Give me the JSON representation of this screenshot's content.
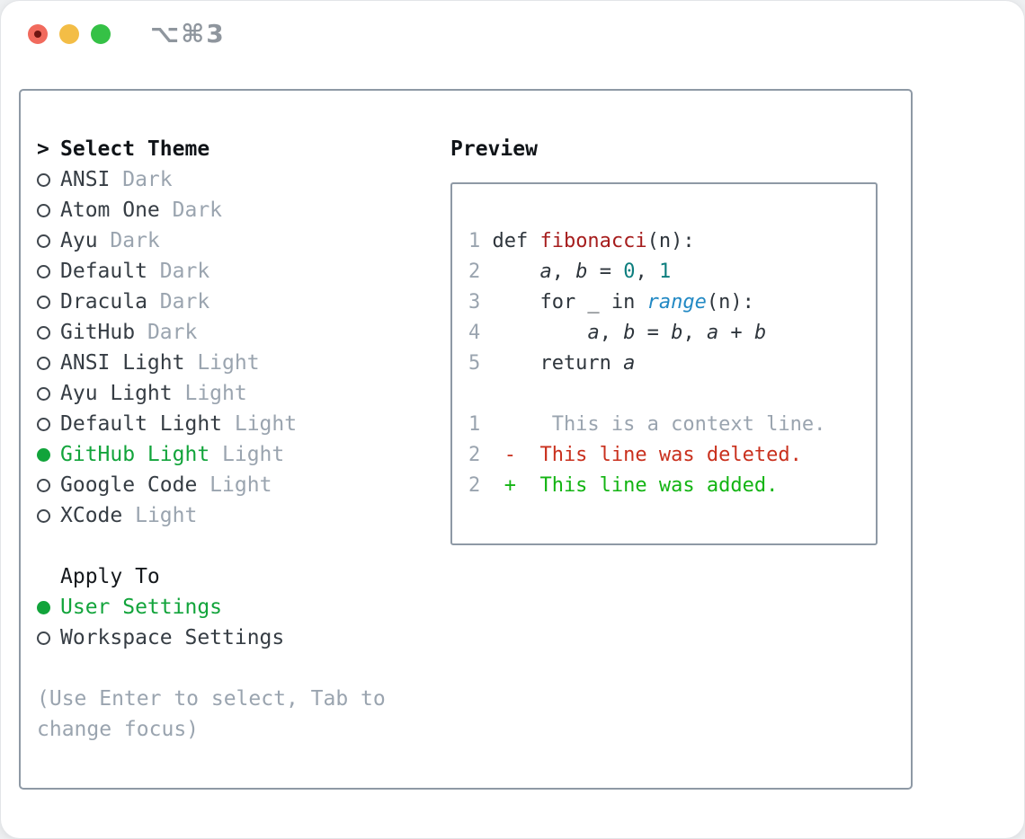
{
  "window": {
    "title_shortcut": "⌥⌘3"
  },
  "colors": {
    "header_text": "#101418",
    "item_text": "#363d44",
    "code_text": "#2e353c",
    "muted": "#9aa4af",
    "selected_green": "#12a43b",
    "added_green": "#13b413",
    "deleted_red": "#c9301d",
    "function_red": "#a61d1d",
    "literal_teal": "#0d7e7e",
    "builtin_blue": "#2289c4",
    "border": "#8e99a5",
    "traffic_red": "#f16a5d",
    "traffic_red_dot": "#6e1511",
    "traffic_yellow": "#f3bd46",
    "traffic_green": "#35c146",
    "title_gray": "#8f969e"
  },
  "theme_menu": {
    "header_prefix": ">",
    "header": "Select Theme",
    "items": [
      {
        "name": "ANSI",
        "variant": "Dark",
        "selected": false
      },
      {
        "name": "Atom One",
        "variant": "Dark",
        "selected": false
      },
      {
        "name": "Ayu",
        "variant": "Dark",
        "selected": false
      },
      {
        "name": "Default",
        "variant": "Dark",
        "selected": false
      },
      {
        "name": "Dracula",
        "variant": "Dark",
        "selected": false
      },
      {
        "name": "GitHub",
        "variant": "Dark",
        "selected": false
      },
      {
        "name": "ANSI Light",
        "variant": "Light",
        "selected": false
      },
      {
        "name": "Ayu Light",
        "variant": "Light",
        "selected": false
      },
      {
        "name": "Default Light",
        "variant": "Light",
        "selected": false
      },
      {
        "name": "GitHub Light",
        "variant": "Light",
        "selected": true
      },
      {
        "name": "Google Code",
        "variant": "Light",
        "selected": false
      },
      {
        "name": "XCode",
        "variant": "Light",
        "selected": false
      }
    ]
  },
  "apply_to": {
    "header": "Apply To",
    "options": [
      {
        "label": "User Settings",
        "selected": true
      },
      {
        "label": "Workspace Settings",
        "selected": false
      }
    ]
  },
  "hint_lines": [
    "(Use Enter to select, Tab to",
    "change focus)"
  ],
  "preview": {
    "header": "Preview",
    "lines": [
      {
        "num": "1",
        "tokens": [
          [
            "plain",
            "def "
          ],
          [
            "func",
            "fibonacci"
          ],
          [
            "plain",
            "(n):"
          ]
        ]
      },
      {
        "num": "2",
        "tokens": [
          [
            "plain",
            "    "
          ],
          [
            "var",
            "a"
          ],
          [
            "plain",
            ", "
          ],
          [
            "var",
            "b"
          ],
          [
            "plain",
            " = "
          ],
          [
            "lit",
            "0"
          ],
          [
            "plain",
            ", "
          ],
          [
            "lit",
            "1"
          ]
        ]
      },
      {
        "num": "3",
        "tokens": [
          [
            "plain",
            "    for _ in "
          ],
          [
            "builtin",
            "range"
          ],
          [
            "plain",
            "(n):"
          ]
        ]
      },
      {
        "num": "4",
        "tokens": [
          [
            "plain",
            "        "
          ],
          [
            "var",
            "a"
          ],
          [
            "plain",
            ", "
          ],
          [
            "var",
            "b"
          ],
          [
            "plain",
            " = "
          ],
          [
            "var",
            "b"
          ],
          [
            "plain",
            ", "
          ],
          [
            "var",
            "a"
          ],
          [
            "plain",
            " + "
          ],
          [
            "var",
            "b"
          ]
        ]
      },
      {
        "num": "5",
        "tokens": [
          [
            "plain",
            "    return "
          ],
          [
            "var",
            "a"
          ]
        ]
      },
      {
        "num": "",
        "tokens": []
      },
      {
        "num": "1",
        "tokens": [
          [
            "context",
            "     This is a context line."
          ]
        ]
      },
      {
        "num": "2",
        "tokens": [
          [
            "del",
            " -  This line was deleted."
          ]
        ]
      },
      {
        "num": "2",
        "tokens": [
          [
            "add",
            " +  This line was added."
          ]
        ]
      }
    ]
  }
}
